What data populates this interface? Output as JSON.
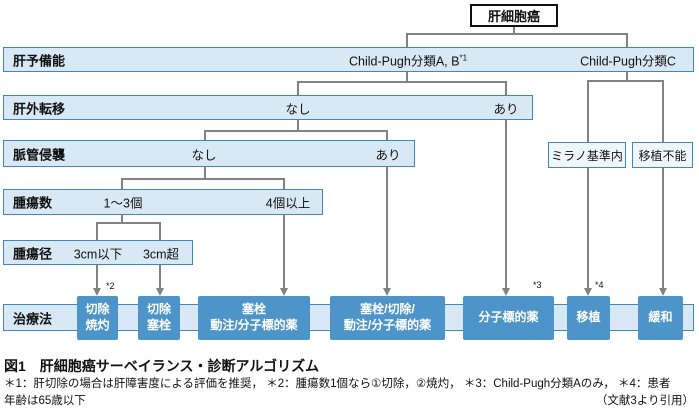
{
  "figure": {
    "top_box": "肝細胞癌",
    "rows": {
      "liver_reserve": {
        "label": "肝予備能",
        "child_pugh_ab": "Child-Pugh分類A, B",
        "child_pugh_ab_sup": "*1",
        "child_pugh_c": "Child-Pugh分類C"
      },
      "extrahepatic_metastasis": {
        "label": "肝外転移",
        "no": "なし",
        "yes": "あり"
      },
      "vascular_invasion": {
        "label": "脈管侵襲",
        "no": "なし",
        "yes": "あり"
      },
      "tumor_count": {
        "label": "腫瘍数",
        "one_to_three": "1〜3個",
        "four_plus": "4個以上"
      },
      "tumor_size": {
        "label": "腫瘍径",
        "under_3cm": "3cm以下",
        "over_3cm": "3cm超"
      },
      "treatment": {
        "label": "治療法"
      }
    },
    "side_boxes": {
      "milan_in": "ミラノ基準内",
      "transplant_impossible": "移植不能"
    },
    "treatments": [
      {
        "line1": "切除",
        "line2": "焼灼",
        "sup": "*2"
      },
      {
        "line1": "切除",
        "line2": "塞栓",
        "sup": ""
      },
      {
        "line1": "塞栓",
        "line2": "動注/分子標的薬",
        "sup": ""
      },
      {
        "line1": "塞栓/切除/",
        "line2": "動注/分子標的薬",
        "sup": ""
      },
      {
        "line1": "分子標的薬",
        "line2": "",
        "sup": "*3"
      },
      {
        "line1": "移植",
        "line2": "",
        "sup": "*4"
      },
      {
        "line1": "緩和",
        "line2": "",
        "sup": ""
      }
    ],
    "caption": {
      "title": "図1　肝細胞癌サーベイランス・診断アルゴリズム",
      "note_line1": "＊1：肝切除の場合は肝障害度による評価を推奨， ＊2：腫瘍数1個なら①切除，②焼灼， ＊3：Child-Pugh分類Aのみ， ＊4：患者",
      "note_line2_left": "年齢は65歳以下",
      "note_line2_right": "（文献3より引用）"
    },
    "colors": {
      "band_fill": "#d9e8f5",
      "band_border": "#3f88bb",
      "treatment_box_fill": "#4d95c8",
      "white_box_fill": "#f0f7fc",
      "line": "#828282",
      "top_box_border": "#111111"
    }
  }
}
